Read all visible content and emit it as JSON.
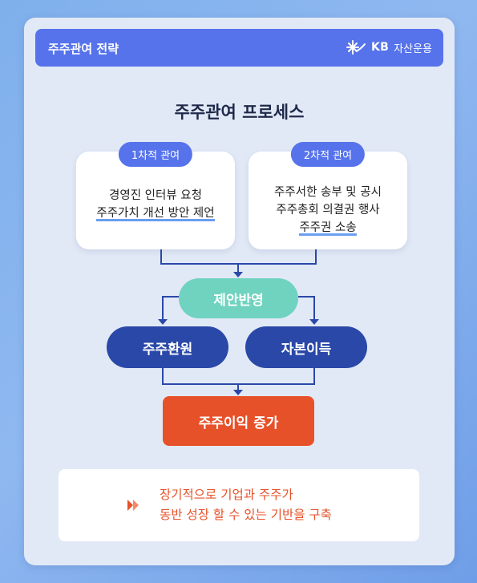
{
  "header": {
    "title": "주주관여 전략",
    "brand_name": "KB",
    "brand_sub": "자산운용"
  },
  "diagram": {
    "title": "주주관여 프로세스",
    "steps": [
      {
        "pill": "1차적 관여",
        "lines": [
          "경영진 인터뷰 요청",
          "주주가치 개선 방안 제언"
        ],
        "underlined": [
          false,
          true
        ]
      },
      {
        "pill": "2차적 관여",
        "lines": [
          "주주서한 송부 및 공시",
          "주주총회 의결권 행사",
          "주주권 소송"
        ],
        "underlined": [
          false,
          false,
          true
        ]
      }
    ],
    "middle_node": "제안반영",
    "branch_nodes": [
      "주주환원",
      "자본이득"
    ],
    "result_node": "주주이익 증가"
  },
  "callout": {
    "lines": [
      "장기적으로 기업과 주주가",
      "동반 성장 할 수 있는 기반을 구축"
    ]
  },
  "colors": {
    "header_blue": "#5673ec",
    "teal": "#6fd3bf",
    "navy": "#2a48a8",
    "orange": "#e7512a",
    "underline": "#6a9ef0"
  },
  "icons": [
    "kb-star-logo-icon",
    "double-chevron-right-icon"
  ]
}
